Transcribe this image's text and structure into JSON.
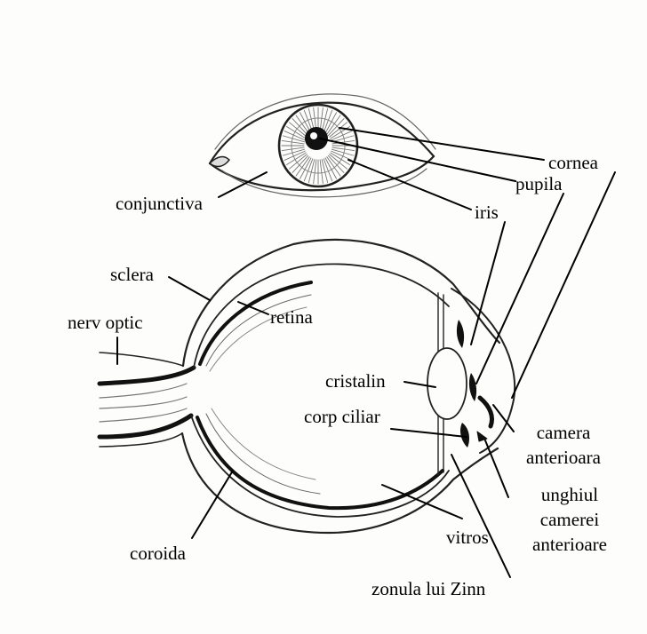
{
  "labels": {
    "cornea": "cornea",
    "pupila": "pupila",
    "iris": "iris",
    "conjunctiva": "conjunctiva",
    "sclera": "sclera",
    "retina": "retina",
    "nerv_optic": "nerv optic",
    "cristalin": "cristalin",
    "corp_ciliar": "corp ciliar",
    "camera_anterioara": [
      "camera",
      "anterioara"
    ],
    "unghiul": [
      "unghiul",
      "camerei",
      "anterioare"
    ],
    "vitros": "vitros",
    "coroida": "coroida",
    "zonula": "zonula lui Zinn"
  },
  "colors": {
    "ink": "#111111",
    "paper": "#fdfdfb",
    "shade": "#555555"
  }
}
